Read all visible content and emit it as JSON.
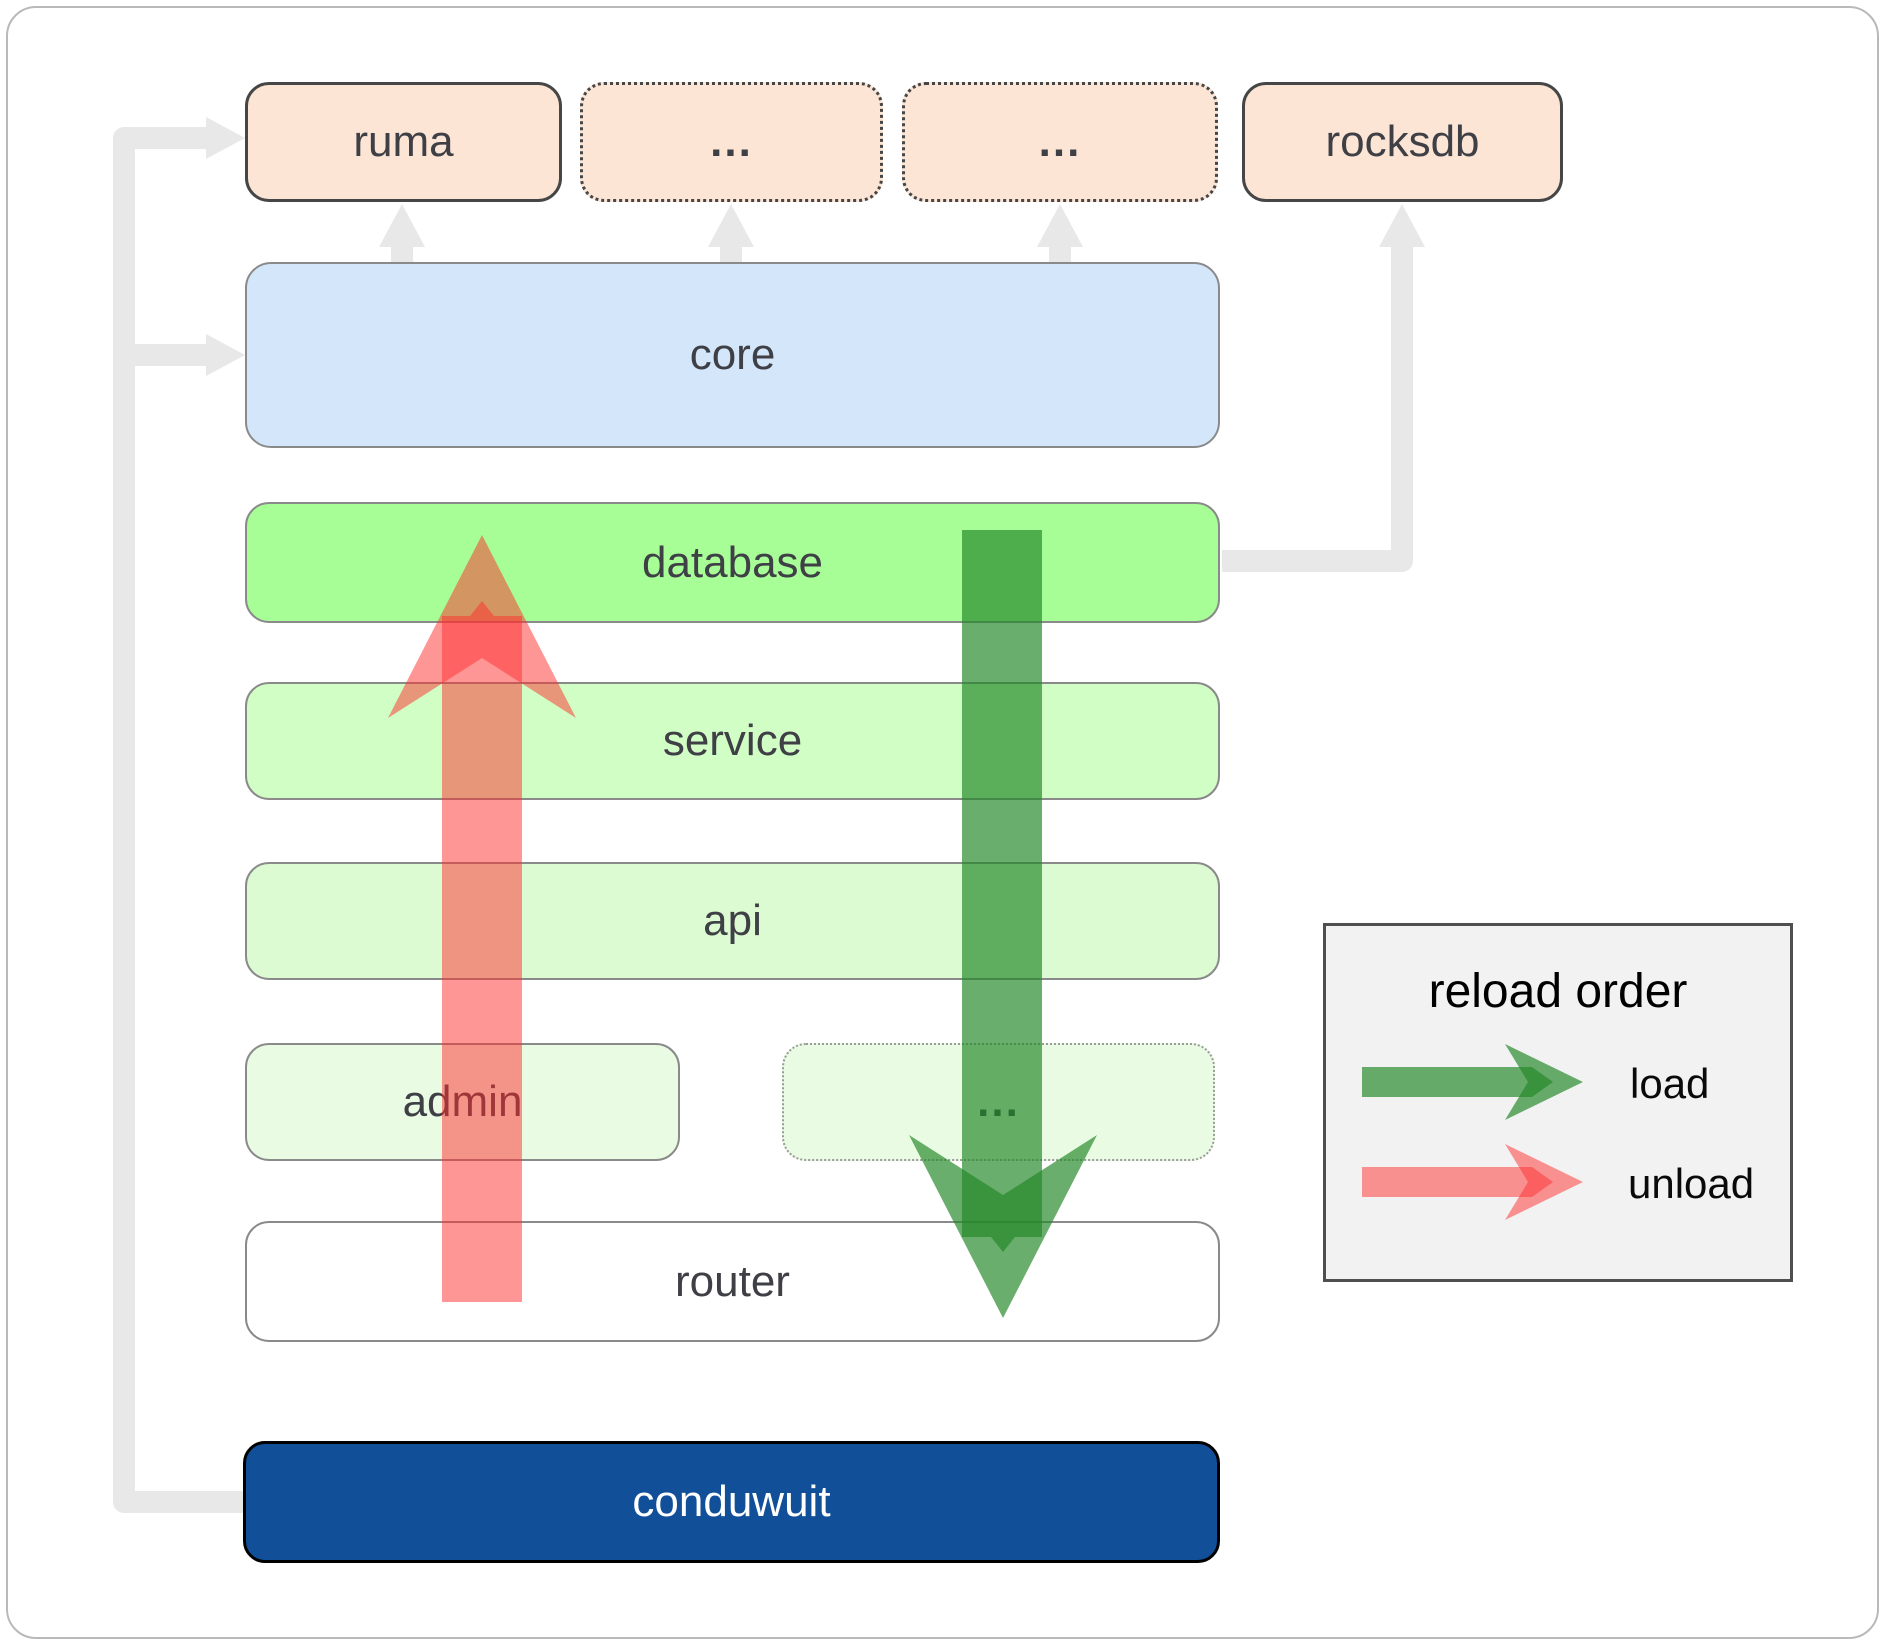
{
  "boxes": {
    "ruma": {
      "label": "ruma"
    },
    "ellipsis_1": {
      "label": "..."
    },
    "ellipsis_2": {
      "label": "..."
    },
    "rocksdb": {
      "label": "rocksdb"
    },
    "core": {
      "label": "core"
    },
    "database": {
      "label": "database"
    },
    "service": {
      "label": "service"
    },
    "api": {
      "label": "api"
    },
    "admin": {
      "label": "admin"
    },
    "admin_ellipsis": {
      "label": "..."
    },
    "router": {
      "label": "router"
    },
    "conduwuit": {
      "label": "conduwuit"
    }
  },
  "legend": {
    "title": "reload order",
    "items": [
      {
        "label": "load",
        "arrow_color": "rgba(35,135,40,0.68)"
      },
      {
        "label": "unload",
        "arrow_color": "rgba(255,45,45,0.5)"
      }
    ]
  },
  "colors": {
    "peach_box": "#fce5d5",
    "core_box": "#d4e6f9",
    "database_box": "#a7fe97",
    "service_box": "#d1fec5",
    "api_box": "#ddfbd3",
    "admin_box": "#e9fbe3",
    "router_box": "#ffffff",
    "conduwuit_box": "#115099",
    "conduwuit_text": "#ffffff",
    "label_text": "#3f3f46",
    "legend_bg": "#f2f2f2",
    "connector_gray": "#e8e8e8",
    "dark_border": "#464646",
    "light_border": "#8a8a8a",
    "frame_border": "#b9b9b9"
  }
}
